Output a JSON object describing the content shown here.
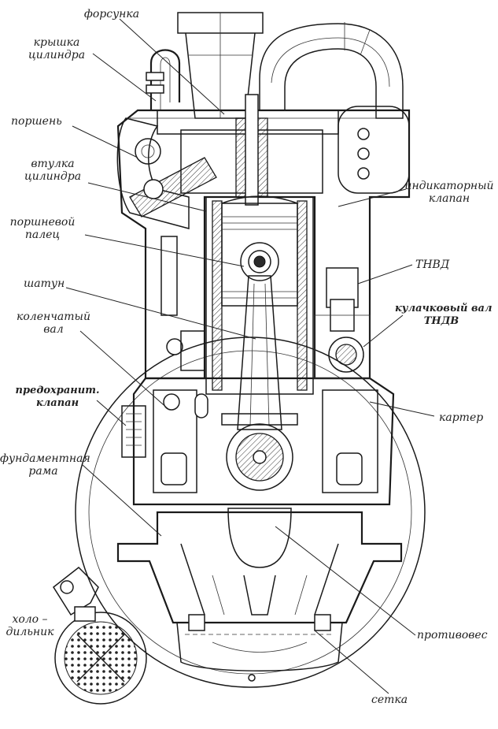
{
  "labels": {
    "injector": "форсунка",
    "cylinder_cover": [
      "крышка",
      "цилиндра"
    ],
    "piston": "поршень",
    "cylinder_liner": [
      "втулка",
      "цилиндра"
    ],
    "piston_pin": [
      "поршневой",
      "палец"
    ],
    "connecting_rod": "шатун",
    "crankshaft": [
      "коленчатый",
      "вал"
    ],
    "safety_valve": [
      "предохранит.",
      "клапан"
    ],
    "foundation_frame": [
      "фундаментная",
      "рама"
    ],
    "cooler": [
      "холо –",
      "дильник"
    ],
    "indicator_valve": [
      "индикаторный",
      "клапан"
    ],
    "hp_fuel_pump": "ТНВД",
    "camshaft": [
      "кулачковый вал",
      "ТНДВ"
    ],
    "crankcase": "картер",
    "counterweight": "противовес",
    "screen": "сетка"
  }
}
